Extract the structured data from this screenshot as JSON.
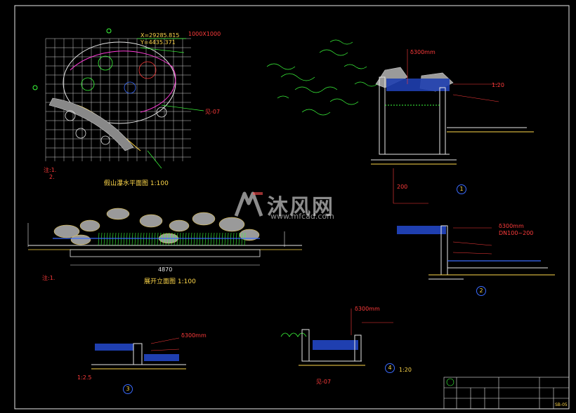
{
  "plan": {
    "coord1": "X=29285.815",
    "coord2": "Y=4435.371",
    "dim_label": "1000X1000",
    "ref_label": "见-07",
    "notes": [
      "注:1.",
      "2."
    ],
    "title": "假山瀑水平面图",
    "scale": "1:100"
  },
  "elevation": {
    "title": "展开立面图",
    "scale": "1:100",
    "note": "注:1.",
    "dim_total": "4870"
  },
  "section1": {
    "num": "1",
    "thk": "δ300mm",
    "ref": "1:20",
    "depth": "200"
  },
  "section2": {
    "num": "2",
    "thk": "δ300mm",
    "range": "DN100~200"
  },
  "section3": {
    "num": "3",
    "thk": "δ300mm",
    "mix": "1:2.5"
  },
  "section4": {
    "num": "4",
    "thk": "δ300mm",
    "scale": "1:20",
    "ref": "见-07"
  },
  "watermark": {
    "brand": "沐风网",
    "url": "www.mfcad.com"
  },
  "title_block": {
    "drawing_no": "SB-05"
  },
  "colors": {
    "red": "#ff3b3b",
    "yellow": "#ffd84a",
    "green": "#3cff3c",
    "cyan": "#2fe0e0",
    "grid": "#d8d8d8",
    "blue": "#3a6bff"
  }
}
